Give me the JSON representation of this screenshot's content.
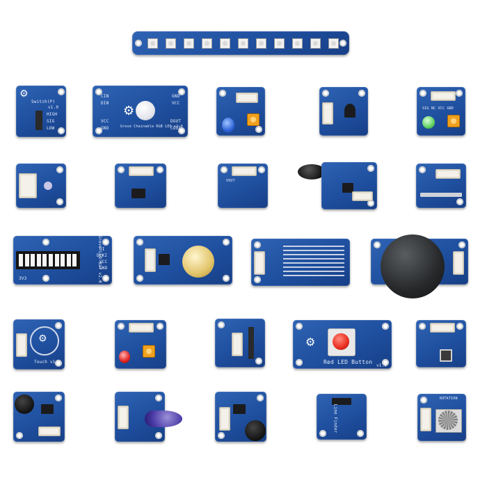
{
  "image": {
    "background": "#ffffff",
    "board_color": "#1f4f9f",
    "modules": [
      {
        "id": "led-strip",
        "labels": []
      },
      {
        "id": "switch",
        "labels": [
          "Switch(P)",
          "v1.0",
          "HIGH",
          "SIG",
          "LOW"
        ]
      },
      {
        "id": "chainable-rgb",
        "labels": [
          "CIN",
          "DIN",
          "VCC",
          "GND",
          "Grove Chainable RGB LED v2.0",
          "GND",
          "VCC",
          "DOUT",
          "COUT"
        ]
      },
      {
        "id": "touch",
        "labels": [
          "Touch v1.1"
        ]
      },
      {
        "id": "red-led-button",
        "labels": [
          "Red LED Button",
          "v1.0"
        ]
      },
      {
        "id": "line-finder",
        "labels": [
          "Line Finder"
        ]
      },
      {
        "id": "rotation",
        "labels": [
          "ROTATION"
        ]
      },
      {
        "id": "led-bar",
        "labels": [
          "Grove LED Bar v2.0",
          "DI",
          "DCKI",
          "VCC",
          "GND",
          "3V3"
        ]
      },
      {
        "id": "module-header",
        "labels": [
          "SIG NC VCC GND",
          "VOUT",
          "NC",
          "VCC",
          "GND"
        ]
      }
    ]
  }
}
